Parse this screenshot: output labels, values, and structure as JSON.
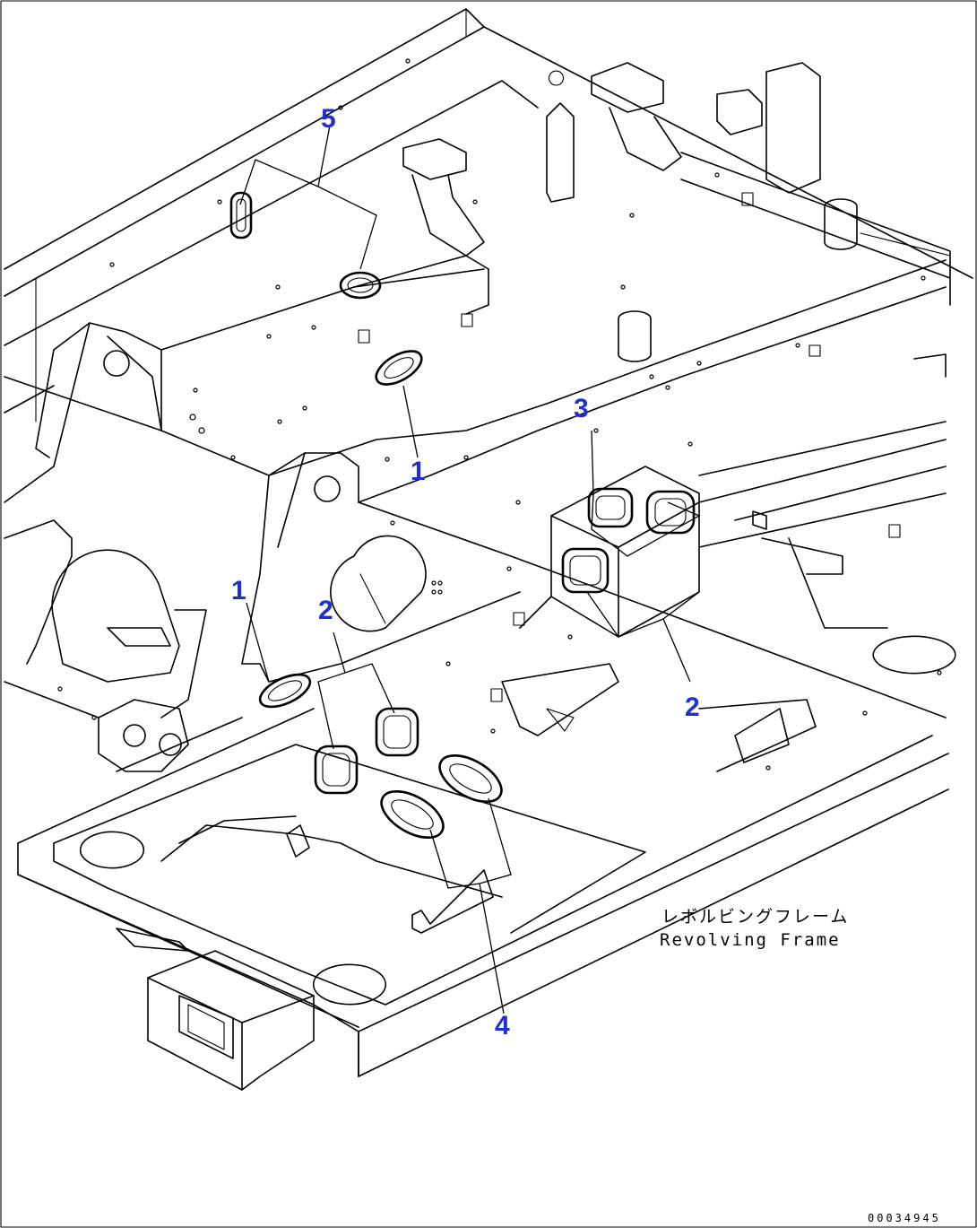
{
  "callouts": [
    {
      "id": "c5",
      "text": "5"
    },
    {
      "id": "c1a",
      "text": "1"
    },
    {
      "id": "c3",
      "text": "3"
    },
    {
      "id": "c1b",
      "text": "1"
    },
    {
      "id": "c2a",
      "text": "2"
    },
    {
      "id": "c2b",
      "text": "2"
    },
    {
      "id": "c4",
      "text": "4"
    }
  ],
  "frame_label": {
    "japanese": "レボルビングフレーム",
    "english": "Revolving Frame"
  },
  "drawing_number": "00034945",
  "colors": {
    "callout": "#1f2fd0",
    "line": "#000000",
    "background": "#ffffff"
  }
}
